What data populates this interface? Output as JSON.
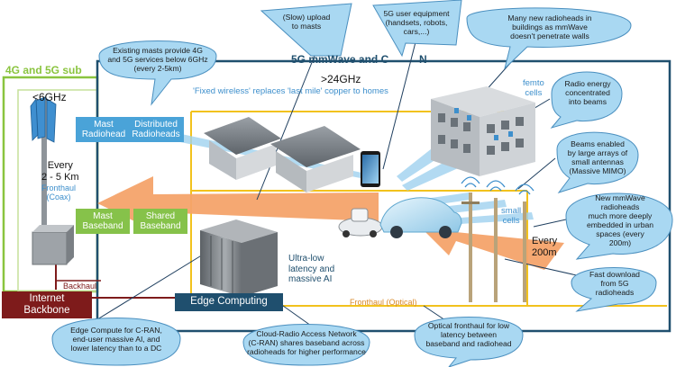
{
  "regions": {
    "sub6_title": "4G and 5G sub",
    "mmwave_title": "5G mmWave and C",
    "mmwave_title_tail": "N",
    "sub6_band": "<6GHz",
    "mmwave_band": ">24GHz",
    "fixed_wireless": "'Fixed wireless' replaces 'last mile' copper to homes",
    "femto": "femto",
    "femto_cells": "cells",
    "small": "small",
    "small_cells": "cells",
    "every_2_5": [
      "Every",
      "2 - 5 Km"
    ],
    "every_200": [
      "Every",
      "200m"
    ],
    "fronthaul_coax": [
      "Fronthaul",
      "(Coax)"
    ],
    "backhaul": "Backhaul",
    "fronthaul_optical": "Fronthaul (Optical)",
    "ultra_low": [
      "Ultra-low",
      "latency and",
      "massive AI"
    ]
  },
  "boxes": {
    "mast_radiohead": [
      "Mast",
      "Radiohead"
    ],
    "distributed_radioheads": [
      "Distributed",
      "Radioheads"
    ],
    "mast_baseband": [
      "Mast",
      "Baseband"
    ],
    "shared_baseband": [
      "Shared",
      "Baseband"
    ],
    "internet_backbone": [
      "Internet",
      "Backbone"
    ],
    "edge_computing": "Edge Computing"
  },
  "callouts": {
    "existing_masts": [
      "Existing masts provide 4G",
      "and 5G services below 6GHz",
      "(every 2-5km)"
    ],
    "slow_upload": [
      "(Slow) upload",
      "to masts"
    ],
    "user_equipment": [
      "5G user equipment",
      "(handsets, robots,",
      "cars,...)"
    ],
    "radioheads_buildings": [
      "Many new radioheads in",
      "buildings as mmWave",
      "doesn't penetrate walls"
    ],
    "radio_energy": [
      "Radio energy",
      "concentrated",
      "into beams"
    ],
    "beams_enabled": [
      "Beams enabled",
      "by large arrays of",
      "small antennas",
      "(Massive MIMO)"
    ],
    "new_mmwave": [
      "New mmWave",
      "radioheads",
      "much more deeply",
      "embedded in urban",
      "spaces (every",
      "200m)"
    ],
    "fast_download": [
      "Fast download",
      "from 5G",
      "radioheads"
    ],
    "optical_fronthaul": [
      "Optical fronthaul for low",
      "latency between",
      "baseband and radiohead"
    ],
    "cran": [
      "Cloud-Radio Access Network",
      "(C-RAN) shares baseband across",
      "radioheads for higher performance"
    ],
    "edge_compute": [
      "Edge Compute for C-RAN,",
      "end-user massive AI, and",
      "lower latency than to a DC"
    ]
  },
  "colors": {
    "sub6_frame": "#8ac43f",
    "mmwave_frame": "#1f4f6e",
    "edge_frame": "#f2c21d",
    "callout_fill": "#a9d8f2",
    "callout_stroke": "#4a8fbf",
    "blue_box": "#4aa3d8",
    "green_box": "#86c24a",
    "backbone": "#7e1b1b",
    "arrow_orange": "#f4a36a",
    "beam_blue": "#9fd2ef",
    "label_blue": "#3d8fcc",
    "label_orange": "#d98a2a"
  }
}
